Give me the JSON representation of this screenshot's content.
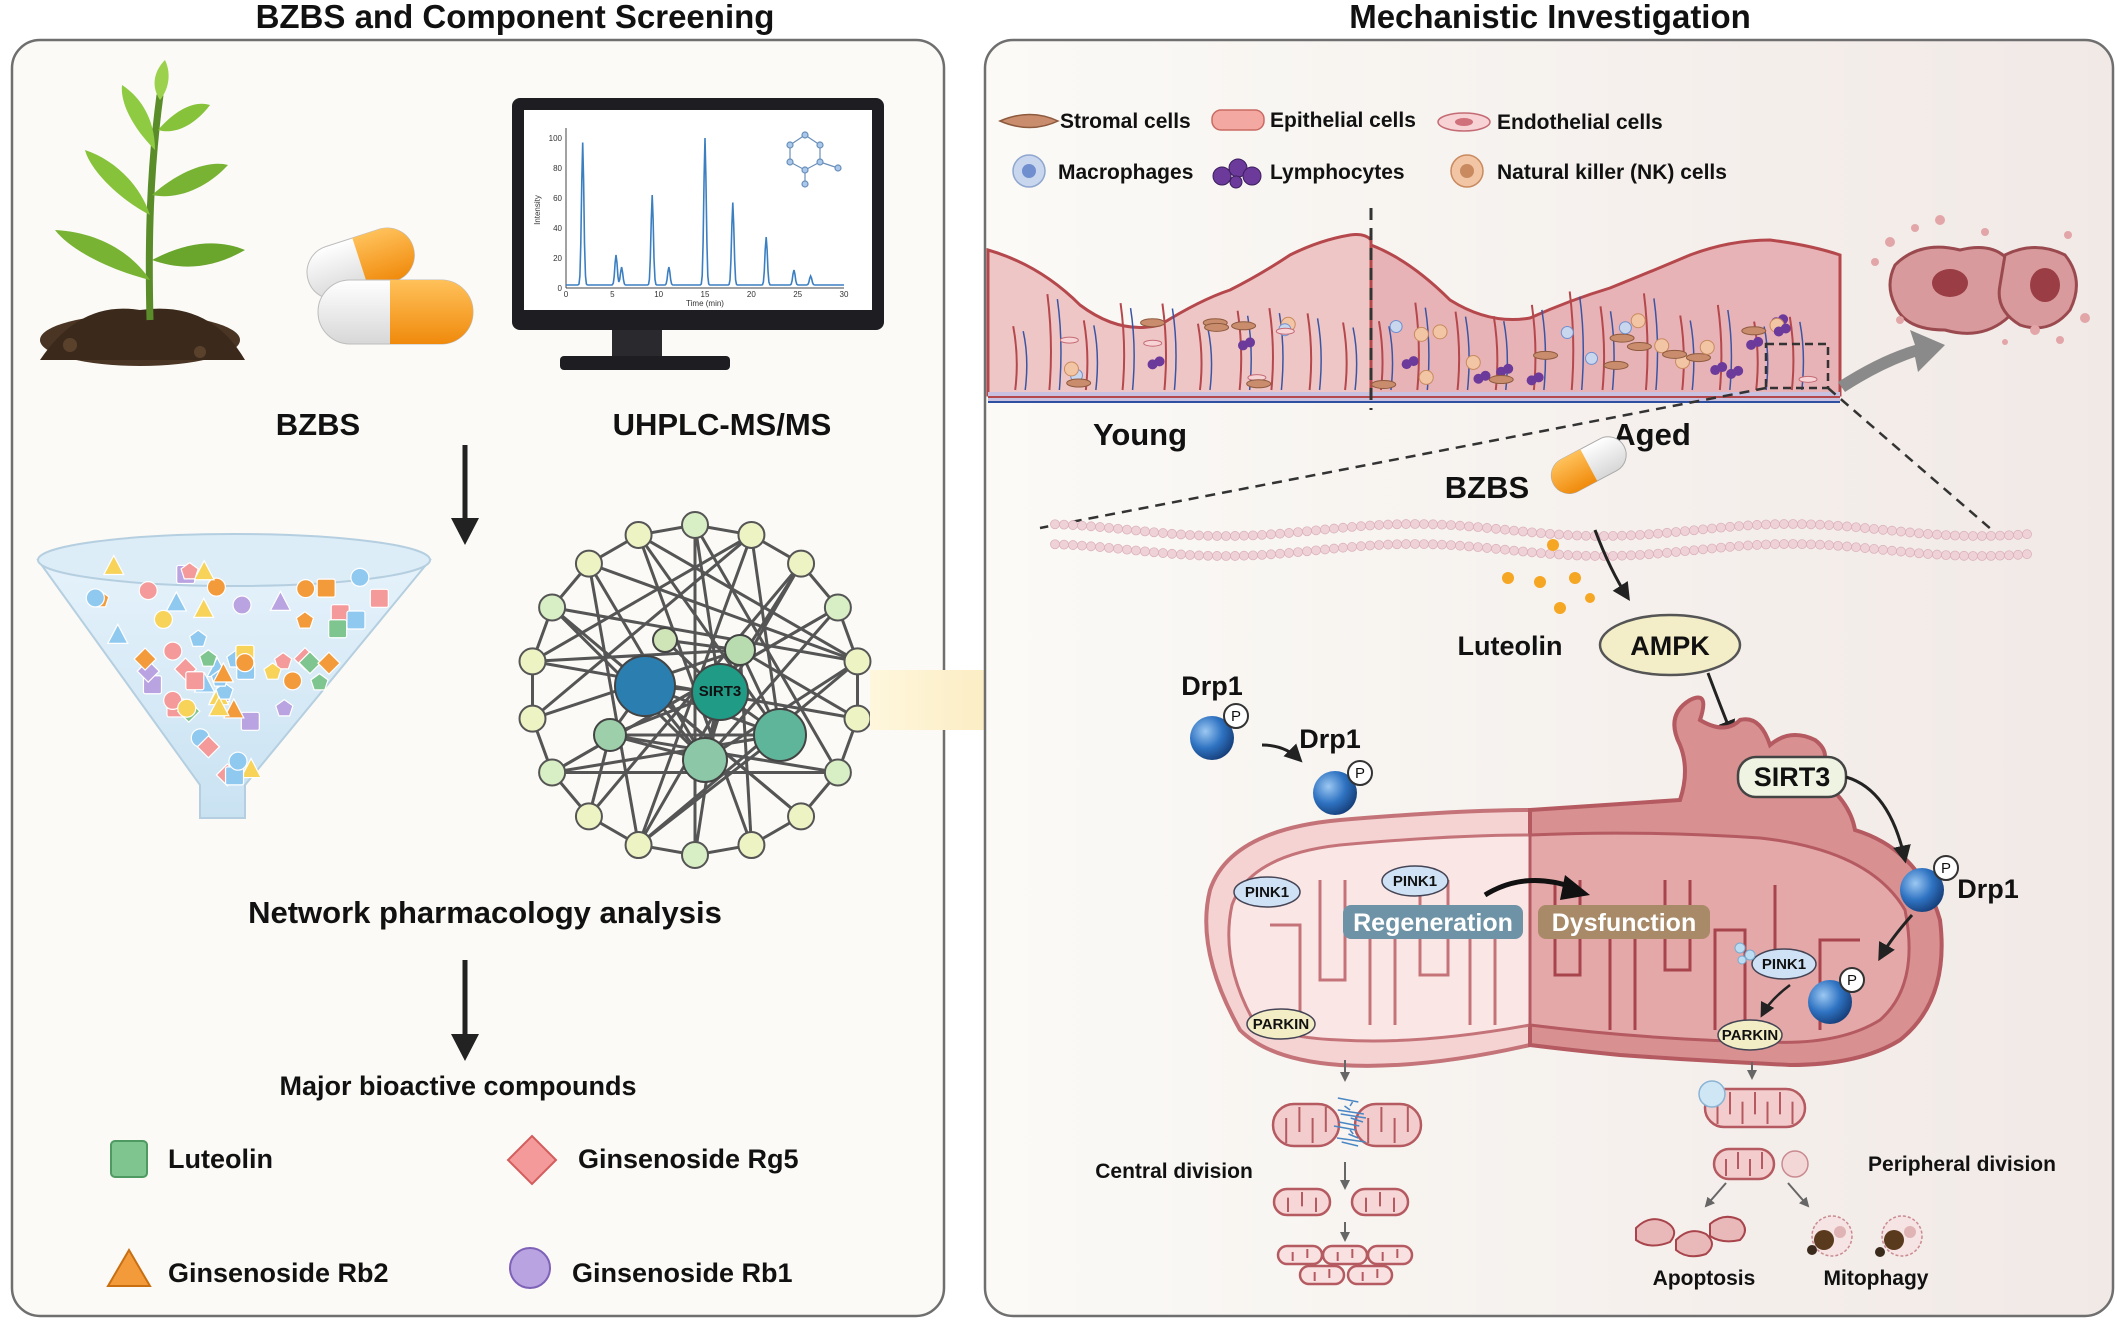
{
  "left_panel": {
    "title": "BZBS and Component Screening",
    "bzbs_label": "BZBS",
    "instrument_label": "UHPLC-MS/MS",
    "network_label": "Network pharmacology analysis",
    "hub_node_label": "SIRT3",
    "compounds_heading": "Major bioactive compounds",
    "compounds": [
      {
        "name": "Luteolin",
        "shape": "square",
        "color": "#7fc58f"
      },
      {
        "name": "Ginsenoside Rg5",
        "shape": "diamond",
        "color": "#f08a8a"
      },
      {
        "name": "Ginsenoside Rb2",
        "shape": "triangle",
        "color": "#f39a3a"
      },
      {
        "name": "Ginsenoside Rb1",
        "shape": "circle",
        "color": "#b9a3e0"
      }
    ],
    "chromatogram": {
      "xlabel": "Time (min)",
      "ylabel": "Intensity",
      "x_ticks": [
        "0",
        "5",
        "10",
        "15",
        "20",
        "25",
        "30"
      ],
      "y_ticks": [
        "0",
        "20",
        "40",
        "60",
        "80",
        "100"
      ]
    }
  },
  "right_panel": {
    "title": "Mechanistic Investigation",
    "legend": [
      {
        "label": "Stromal cells",
        "icon": "stromal-cell-icon"
      },
      {
        "label": "Epithelial cells",
        "icon": "epithelial-cell-icon"
      },
      {
        "label": "Endothelial cells",
        "icon": "endothelial-cell-icon"
      },
      {
        "label": "Macrophages",
        "icon": "macrophage-icon"
      },
      {
        "label": "Lymphocytes",
        "icon": "lymphocyte-icon"
      },
      {
        "label": "Natural killer (NK) cells",
        "icon": "nk-cell-icon"
      }
    ],
    "young_label": "Young",
    "aged_label": "Aged",
    "bzbs_label": "BZBS",
    "luteolin_label": "Luteolin",
    "ampk_label": "AMPK",
    "sirt3_label": "SIRT3",
    "drp1_label": "Drp1",
    "phospho_label": "P",
    "pink1_label": "PINK1",
    "parkin_label": "PARKIN",
    "regeneration_label": "Regeneration",
    "dysfunction_label": "Dysfunction",
    "central_division_label": "Central division",
    "peripheral_division_label": "Peripheral division",
    "apoptosis_label": "Apoptosis",
    "mitophagy_label": "Mitophagy"
  },
  "colors": {
    "panel_border": "#6f6f6f",
    "panel_bg": "#fbfaf6",
    "tissue_pink": "#e9b3b6",
    "mito_light": "#f4cfd0",
    "mito_dark": "#c9777a",
    "protein_blue": "#2f73c2",
    "orange": "#f39a1e",
    "sirt3_green": "#1f9b86",
    "hub_blue": "#2b7fb0",
    "network_light": "#eef3c4",
    "network_mid": "#b9dbb0"
  }
}
